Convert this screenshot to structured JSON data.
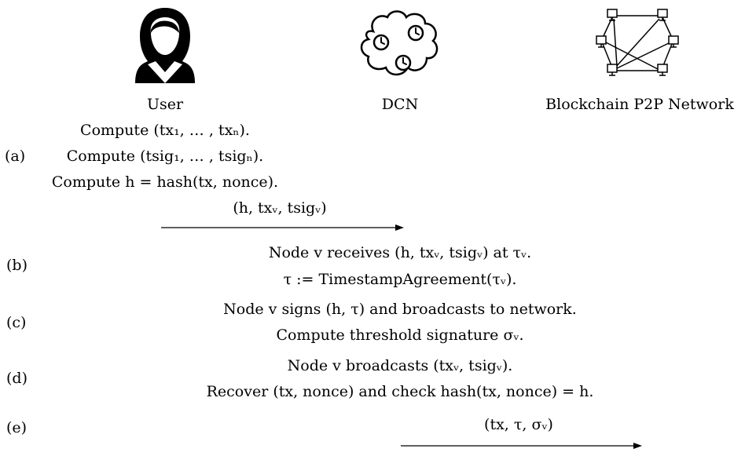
{
  "actors": {
    "user": "User",
    "dcn": "DCN",
    "p2p": "Blockchain P2P Network"
  },
  "steps": {
    "a": {
      "label": "(a)",
      "lines": [
        "Compute (tx₁, … , txₙ).",
        "Compute (tsig₁, … , tsigₙ).",
        "Compute h = hash(tx, nonce)."
      ],
      "message": "(h, txᵥ, tsigᵥ)"
    },
    "b": {
      "label": "(b)",
      "lines": [
        "Node v receives (h, txᵥ, tsigᵥ) at τᵥ.",
        "τ := TimestampAgreement(τᵥ)."
      ]
    },
    "c": {
      "label": "(c)",
      "lines": [
        "Node v signs (h, τ) and broadcasts to network.",
        "Compute threshold signature σᵥ."
      ]
    },
    "d": {
      "label": "(d)",
      "lines": [
        "Node v broadcasts (txᵥ, tsigᵥ).",
        "Recover (tx, nonce) and check hash(tx, nonce) = h."
      ]
    },
    "e": {
      "label": "(e)",
      "message": "(tx, τ, σᵥ)"
    }
  },
  "icons": [
    "user-icon",
    "dcn-cloud-clock-icon",
    "p2p-network-icon"
  ]
}
